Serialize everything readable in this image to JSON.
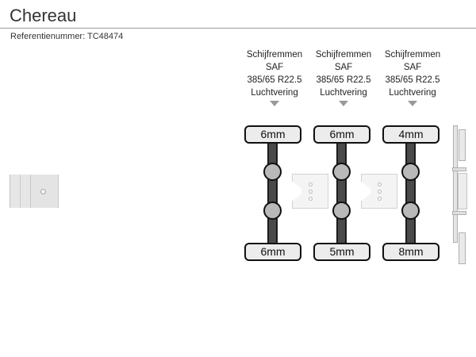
{
  "header": {
    "title": "Chereau",
    "reference_label": "Referentienummer:",
    "reference_value": "TC48474",
    "reference_line": "Referentienummer: TC48474",
    "divider_color": "#9a9a9a"
  },
  "diagram": {
    "vehicle_type": "semi-trailer-side-view",
    "colors": {
      "axle_dark": "#4a4a4a",
      "axle_outline": "#1c1c1c",
      "hub_fill": "#b9b9b9",
      "rail_fill": "#e9e9e9",
      "box_fill": "#ececec",
      "pointer_gray": "#999999"
    },
    "axles": [
      {
        "index": 1,
        "brakes": "Schijfremmen",
        "make": "SAF",
        "tyre_size": "385/65 R22.5",
        "suspension": "Luchtvering",
        "pointer": "triangle-down-icon",
        "tread_top": "6mm",
        "tread_bottom": "6mm"
      },
      {
        "index": 2,
        "brakes": "Schijfremmen",
        "make": "SAF",
        "tyre_size": "385/65 R22.5",
        "suspension": "Luchtvering",
        "pointer": "triangle-down-icon",
        "tread_top": "6mm",
        "tread_bottom": "5mm"
      },
      {
        "index": 3,
        "brakes": "Schijfremmen",
        "make": "SAF",
        "tyre_size": "385/65 R22.5",
        "suspension": "Luchtvering",
        "pointer": "triangle-down-icon",
        "tread_top": "4mm",
        "tread_bottom": "8mm"
      }
    ]
  }
}
